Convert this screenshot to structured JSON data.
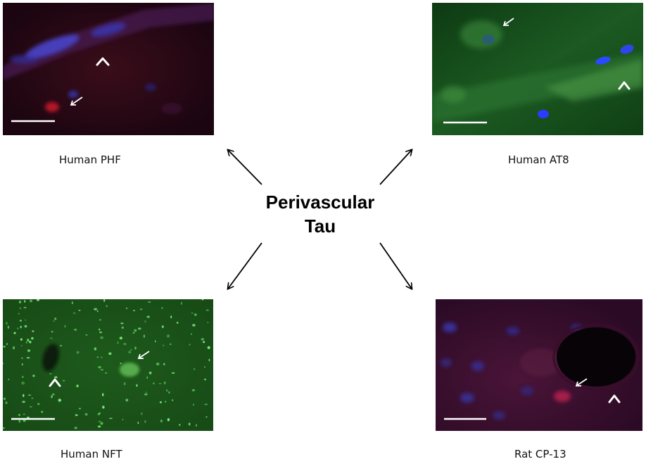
{
  "center": {
    "line1": "Perivascular",
    "line2": "Tau"
  },
  "panels": [
    {
      "caption": "Human PHF",
      "stain": "red-blue"
    },
    {
      "caption": "Human AT8",
      "stain": "green-blue"
    },
    {
      "caption": "Human NFT",
      "stain": "green"
    },
    {
      "caption": "Rat CP-13",
      "stain": "red-blue"
    }
  ],
  "colors": {
    "arrow": "#000000",
    "scale_bar": "#ffffff",
    "markers": "#ffffff"
  },
  "icons": [
    "arrow-marker-icon",
    "arrowhead-marker-icon",
    "scale-bar"
  ]
}
